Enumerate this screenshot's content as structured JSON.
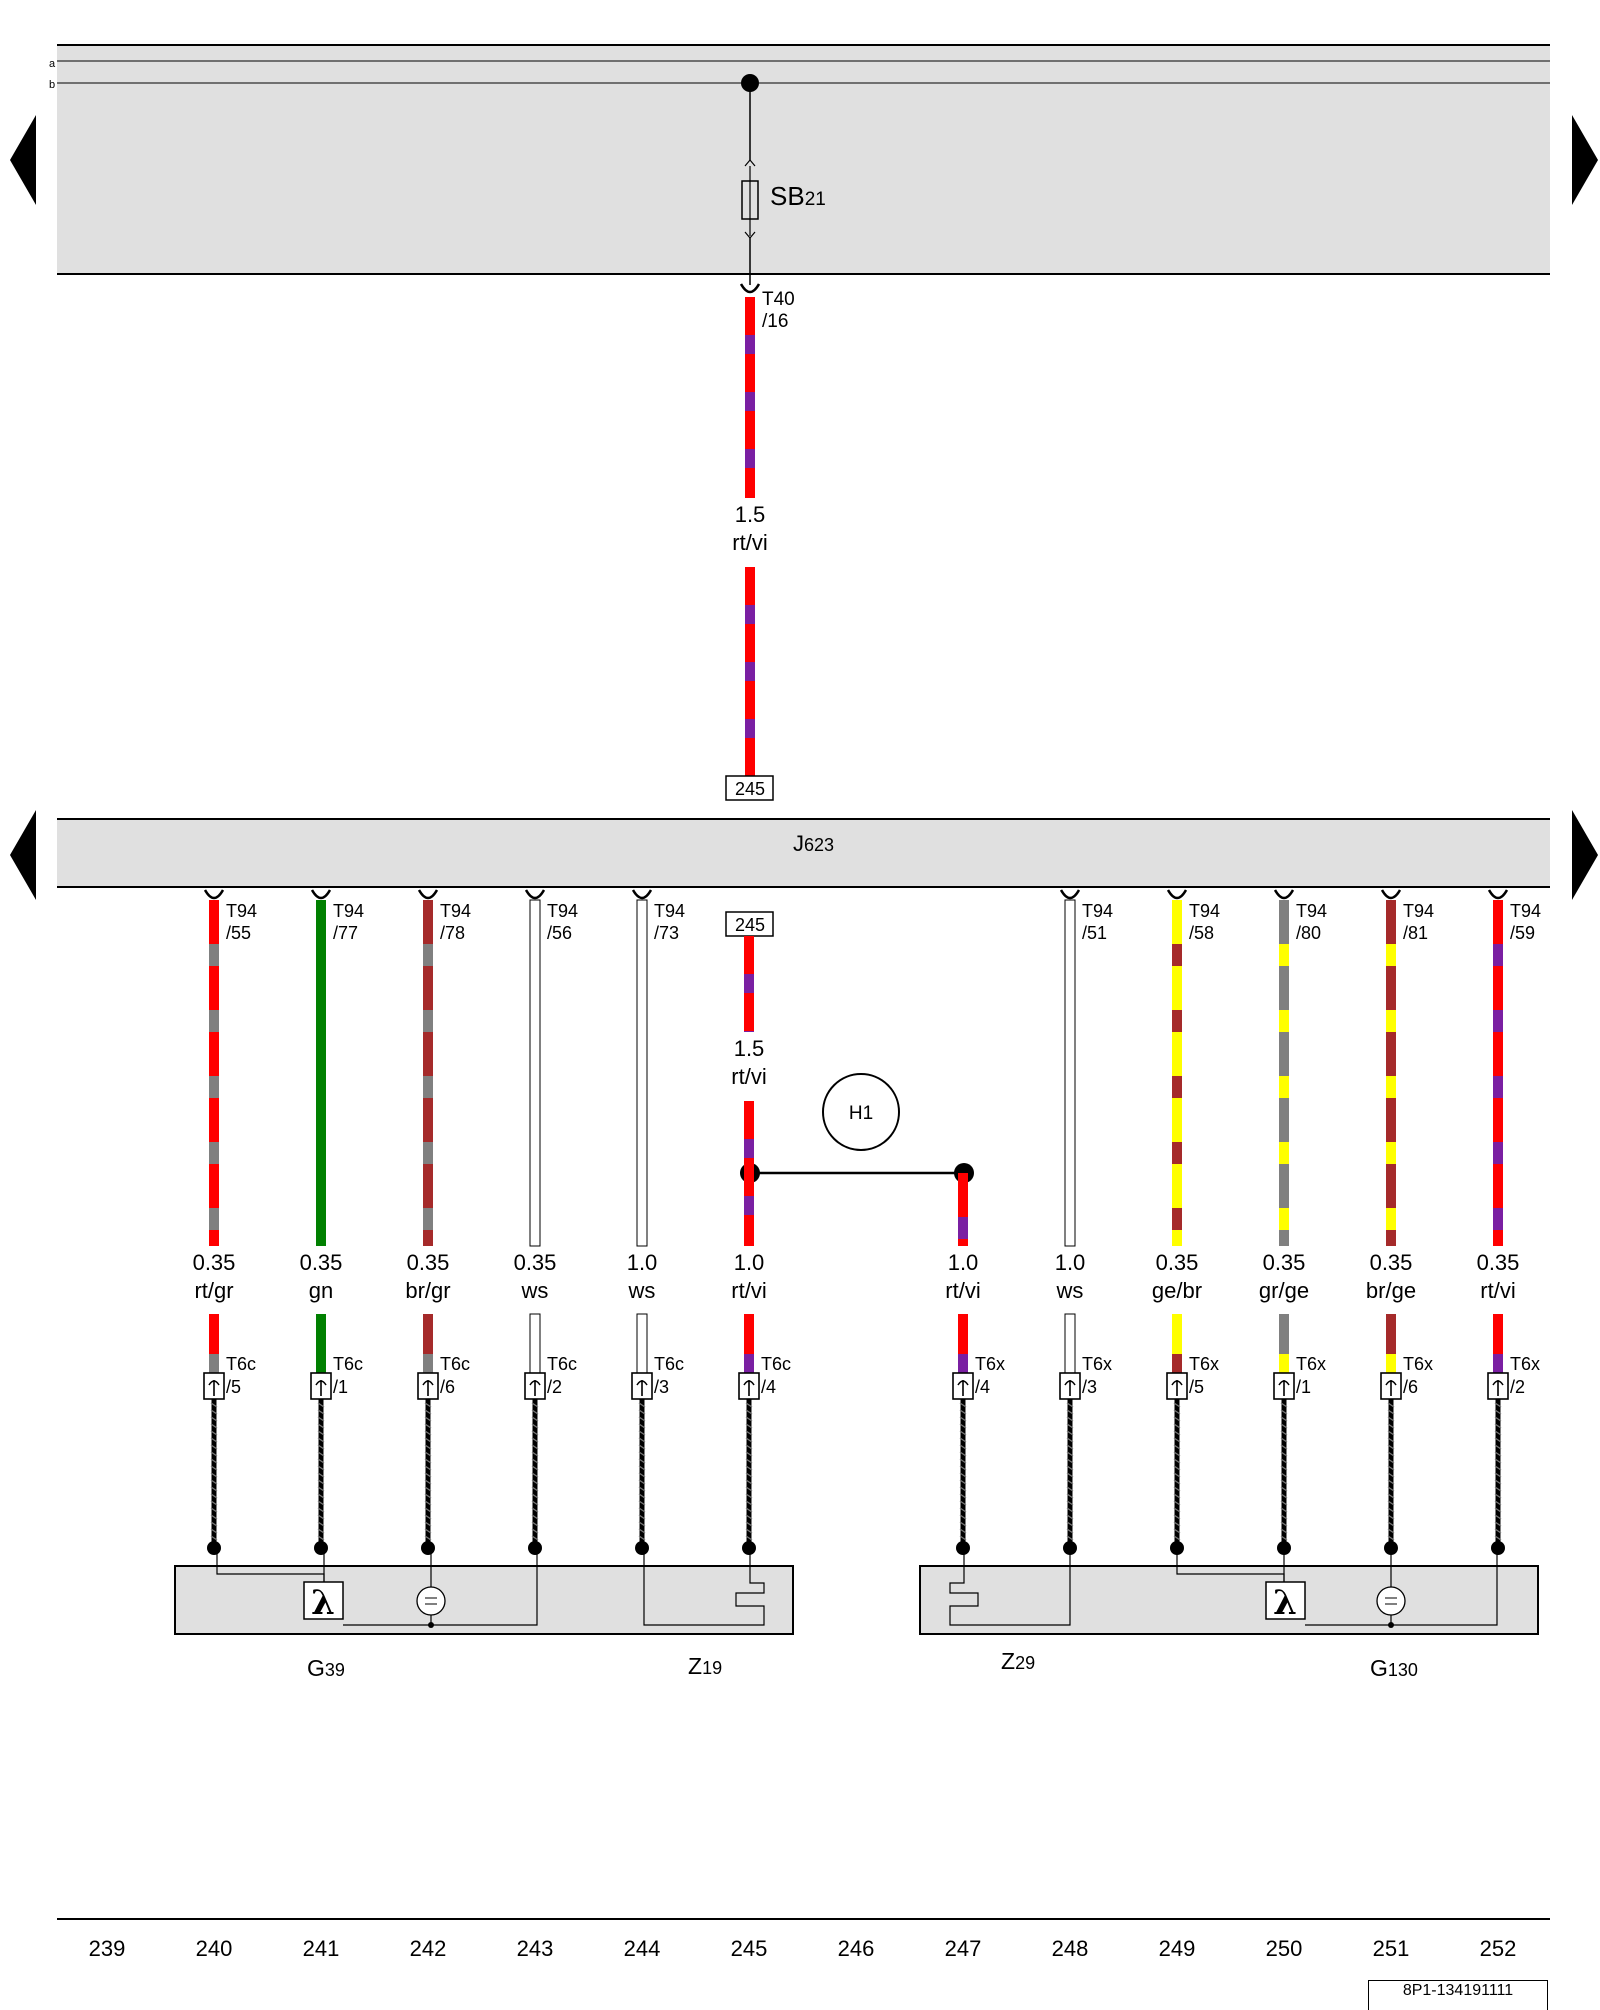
{
  "bus_labels": {
    "a": "a",
    "b": "b"
  },
  "fuse": {
    "name": "SB",
    "sub": "21"
  },
  "top_connector": {
    "line1": "T40",
    "line2": "/16"
  },
  "top_wire": {
    "size": "1.5",
    "color": "rt/vi"
  },
  "ref_top": "245",
  "control_unit": {
    "name": "J",
    "sub": "623"
  },
  "ref_lower": "245",
  "h1": "H1",
  "wires": [
    {
      "col": 240,
      "conn1": "T94",
      "pin1": "/55",
      "size": "0.35",
      "color": "rt/gr",
      "conn2": "T6c",
      "pin2": "/5",
      "stripes": [
        "#ff0000",
        "#808080"
      ]
    },
    {
      "col": 241,
      "conn1": "T94",
      "pin1": "/77",
      "size": "0.35",
      "color": "gn",
      "conn2": "T6c",
      "pin2": "/1",
      "stripes": [
        "#008000",
        "#008000"
      ]
    },
    {
      "col": 242,
      "conn1": "T94",
      "pin1": "/78",
      "size": "0.35",
      "color": "br/gr",
      "conn2": "T6c",
      "pin2": "/6",
      "stripes": [
        "#a52a2a",
        "#808080"
      ]
    },
    {
      "col": 243,
      "conn1": "T94",
      "pin1": "/56",
      "size": "0.35",
      "color": "ws",
      "conn2": "T6c",
      "pin2": "/2",
      "stripes": [
        "#ffffff",
        "#ffffff"
      ]
    },
    {
      "col": 244,
      "conn1": "T94",
      "pin1": "/73",
      "size": "1.0",
      "color": "ws",
      "conn2": "T6c",
      "pin2": "/3",
      "stripes": [
        "#ffffff",
        "#ffffff"
      ]
    },
    {
      "col": 245,
      "conn1": "",
      "pin1": "",
      "size": "1.0",
      "color": "rt/vi",
      "conn2": "T6c",
      "pin2": "/4",
      "stripes": [
        "#ff0000",
        "#7a1fa2"
      ],
      "upper_size": "1.5",
      "upper_color": "rt/vi"
    },
    {
      "col": 247,
      "conn1": "",
      "pin1": "",
      "size": "1.0",
      "color": "rt/vi",
      "conn2": "T6x",
      "pin2": "/4",
      "stripes": [
        "#ff0000",
        "#7a1fa2"
      ]
    },
    {
      "col": 248,
      "conn1": "T94",
      "pin1": "/51",
      "size": "1.0",
      "color": "ws",
      "conn2": "T6x",
      "pin2": "/3",
      "stripes": [
        "#ffffff",
        "#ffffff"
      ]
    },
    {
      "col": 249,
      "conn1": "T94",
      "pin1": "/58",
      "size": "0.35",
      "color": "ge/br",
      "conn2": "T6x",
      "pin2": "/5",
      "stripes": [
        "#ffff00",
        "#a52a2a"
      ]
    },
    {
      "col": 250,
      "conn1": "T94",
      "pin1": "/80",
      "size": "0.35",
      "color": "gr/ge",
      "conn2": "T6x",
      "pin2": "/1",
      "stripes": [
        "#808080",
        "#ffff00"
      ]
    },
    {
      "col": 251,
      "conn1": "T94",
      "pin1": "/81",
      "size": "0.35",
      "color": "br/ge",
      "conn2": "T6x",
      "pin2": "/6",
      "stripes": [
        "#a52a2a",
        "#ffff00"
      ]
    },
    {
      "col": 252,
      "conn1": "T94",
      "pin1": "/59",
      "size": "0.35",
      "color": "rt/vi",
      "conn2": "T6x",
      "pin2": "/2",
      "stripes": [
        "#ff0000",
        "#7a1fa2"
      ]
    }
  ],
  "components": [
    {
      "name": "G",
      "sub": "39"
    },
    {
      "name": "Z",
      "sub": "19"
    },
    {
      "name": "Z",
      "sub": "29"
    },
    {
      "name": "G",
      "sub": "130"
    }
  ],
  "lambda_symbol": "λ",
  "columns": [
    "239",
    "240",
    "241",
    "242",
    "243",
    "244",
    "245",
    "246",
    "247",
    "248",
    "249",
    "250",
    "251",
    "252"
  ],
  "doc_code": "8P1-134191111",
  "colors": {
    "panel": "#e0e0e0",
    "red": "#ff0000",
    "violet": "#7a1fa2",
    "line": "#000000"
  }
}
